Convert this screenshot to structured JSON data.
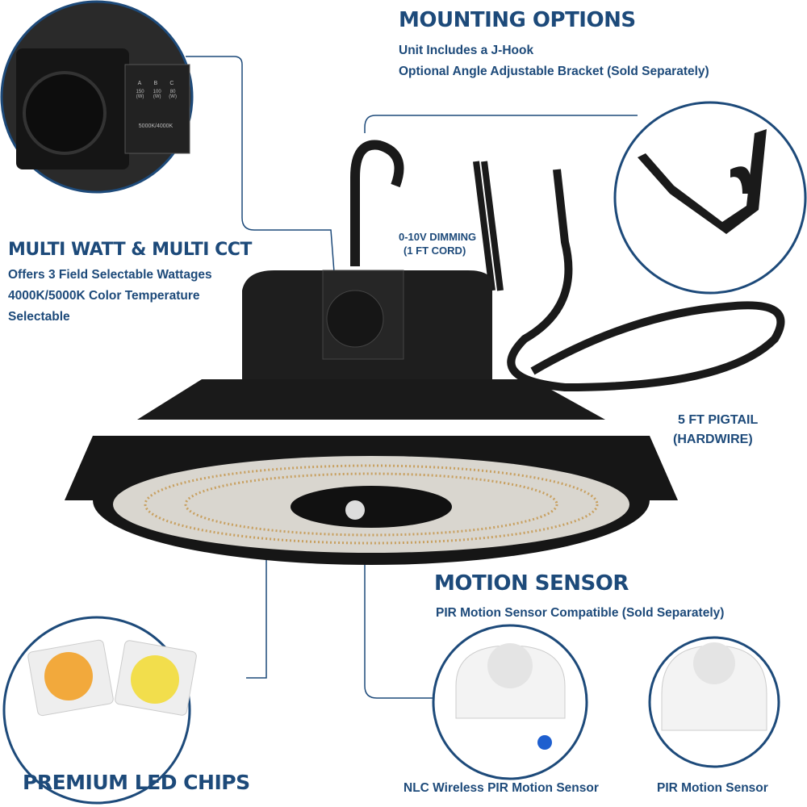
{
  "mounting": {
    "title": "MOUNTING OPTIONS",
    "line1": "Unit Includes a J-Hook",
    "line2": "Optional Angle Adjustable Bracket (Sold Separately)"
  },
  "multi": {
    "title": "MULTI WATT & MULTI CCT",
    "line1": "Offers 3 Field Selectable Wattages",
    "line2": "4000K/5000K Color Temperature",
    "line3": "Selectable"
  },
  "switch_panel": {
    "cols": [
      "A",
      "B",
      "C"
    ],
    "watts": [
      "150 (W)",
      "100 (W)",
      "80 (W)"
    ],
    "cct": "5000K/4000K"
  },
  "dimming": {
    "line1": "0-10V DIMMING",
    "line2": "(1 FT CORD)"
  },
  "pigtail": {
    "line1": "5 FT PIGTAIL",
    "line2": "(HARDWIRE)"
  },
  "motion": {
    "title": "MOTION SENSOR",
    "subtitle": "PIR Motion Sensor Compatible (Sold Separately)"
  },
  "sensors": [
    {
      "label": "NLC Wireless PIR Motion Sensor"
    },
    {
      "label": "PIR Motion Sensor"
    }
  ],
  "chips": {
    "title": "PREMIUM LED CHIPS"
  },
  "colors": {
    "text": "#1d4a7a",
    "fixture": "#1e1e1e"
  }
}
